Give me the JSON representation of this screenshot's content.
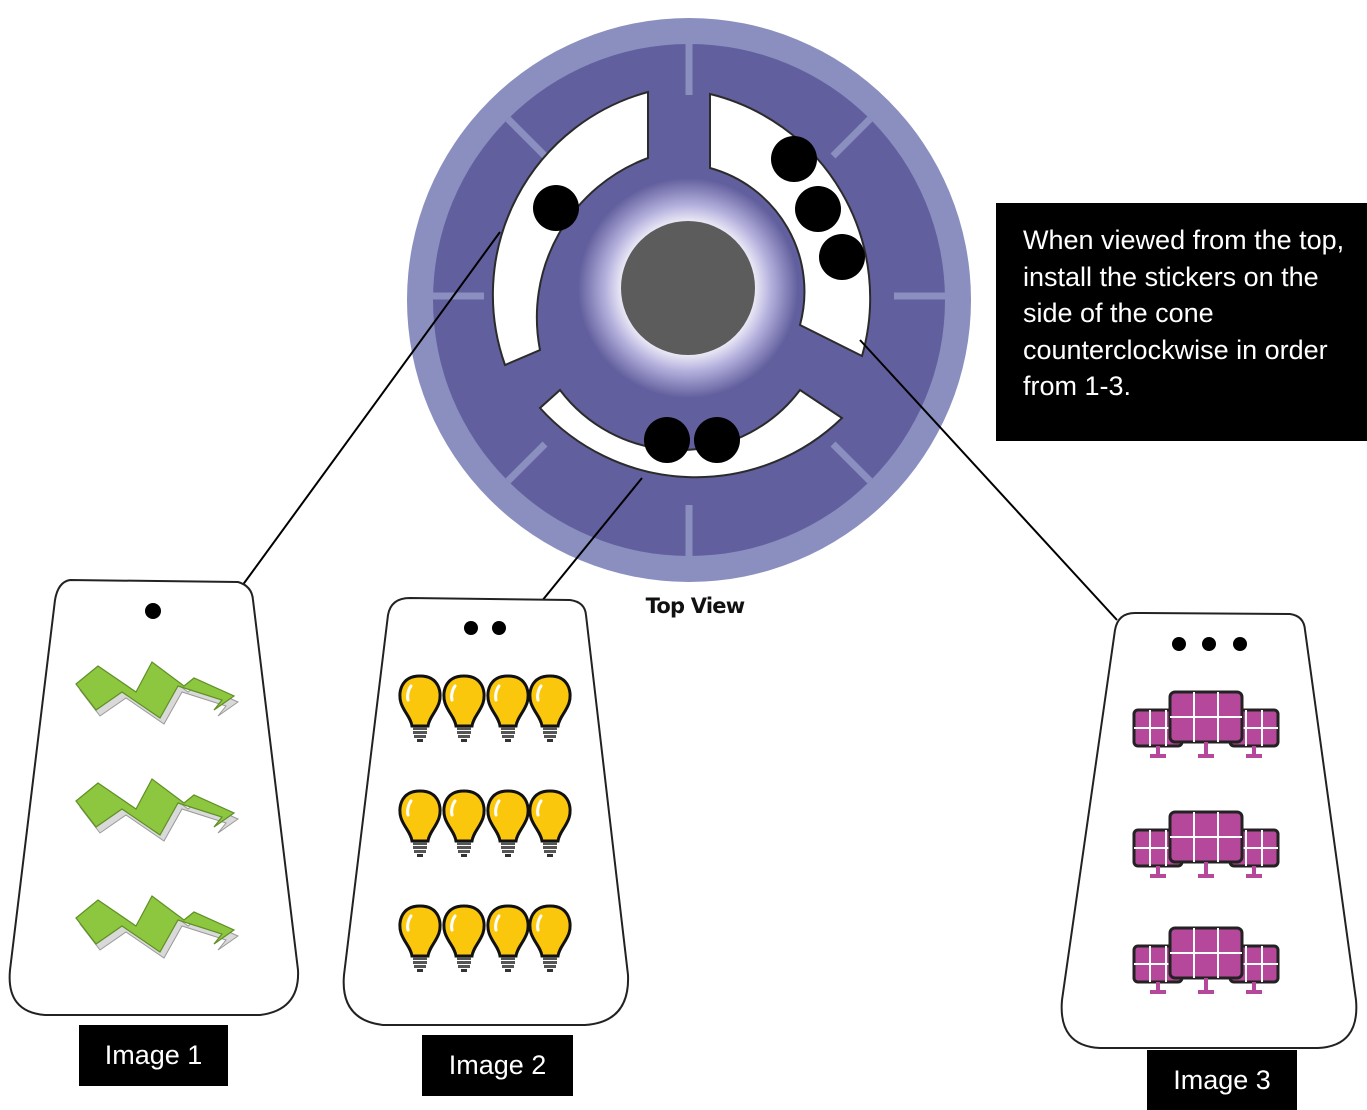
{
  "diagram": {
    "top_view_label": "Top View",
    "instruction": "When viewed from the top, install the stickers on the side of the cone counterclockwise in order from 1-3.",
    "stickers": [
      {
        "caption": "Image 1",
        "dots": 1,
        "icon": "lightning-bolt-icon",
        "icon_count": 3,
        "icon_color": "#8DC63F"
      },
      {
        "caption": "Image 2",
        "dots": 2,
        "icon": "light-bulb-icon",
        "icon_count": 12,
        "icon_color": "#FBC70D"
      },
      {
        "caption": "Image 3",
        "dots": 3,
        "icon": "solar-panel-icon",
        "icon_count": 3,
        "icon_color": "#B5489B"
      }
    ],
    "colors": {
      "outer_ring": "#8A8FBF",
      "inner_ring": "#625F9E",
      "hub_center": "#5C5C5C",
      "slot_fill": "#FFFFFF"
    }
  }
}
